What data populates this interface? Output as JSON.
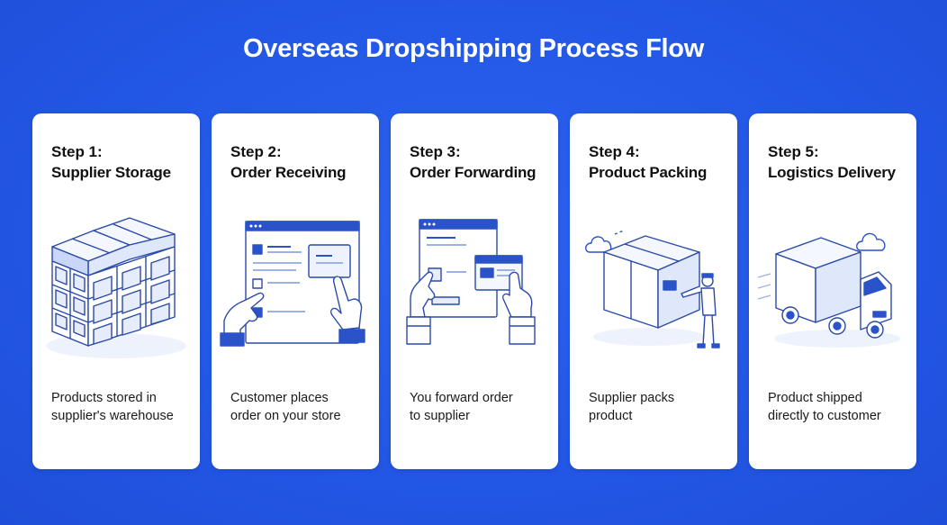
{
  "title": "Overseas Dropshipping Process Flow",
  "steps": [
    {
      "label": "Step 1:",
      "name": "Supplier Storage",
      "icon": "warehouse-shelves-icon",
      "desc": [
        "Products stored in",
        "supplier's warehouse"
      ]
    },
    {
      "label": "Step 2:",
      "name": "Order Receiving",
      "icon": "tablet-order-icon",
      "desc": [
        "Customer places",
        "order on your store"
      ]
    },
    {
      "label": "Step 3:",
      "name": "Order Forwarding",
      "icon": "forward-order-icon",
      "desc": [
        "You forward order",
        "to supplier"
      ]
    },
    {
      "label": "Step 4:",
      "name": "Product Packing",
      "icon": "packing-box-icon",
      "desc": [
        "Supplier packs",
        "product"
      ]
    },
    {
      "label": "Step 5:",
      "name": "Logistics Delivery",
      "icon": "delivery-truck-icon",
      "desc": [
        "Product shipped",
        "directly to customer"
      ]
    }
  ],
  "colors": {
    "background": "#2357e6",
    "card": "#ffffff",
    "accent": "#2a52c9",
    "line": "#2a4aa8",
    "light_fill": "#e6ecfb"
  }
}
